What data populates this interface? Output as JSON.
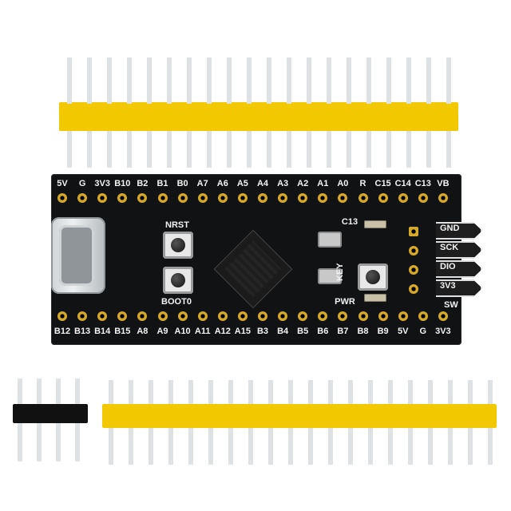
{
  "board": {
    "top_labels": [
      "5V",
      "G",
      "3V3",
      "B10",
      "B2",
      "B1",
      "B0",
      "A7",
      "A6",
      "A5",
      "A4",
      "A3",
      "A2",
      "A1",
      "A0",
      "R",
      "C15",
      "C14",
      "C13",
      "VB"
    ],
    "bottom_labels": [
      "B12",
      "B13",
      "B14",
      "B15",
      "A8",
      "A9",
      "A10",
      "A11",
      "A12",
      "A15",
      "B3",
      "B4",
      "B5",
      "B6",
      "B7",
      "B8",
      "B9",
      "5V",
      "G",
      "3V3"
    ],
    "nrst_label": "NRST",
    "boot0_label": "BOOT0",
    "c13_label": "C13",
    "key_label": "KEY",
    "pwr_label": "PWR",
    "swd_labels": [
      "GND",
      "SCK",
      "DIO",
      "3V3"
    ],
    "sw_label": "SW"
  },
  "colors": {
    "header_plastic": "#f2c900",
    "board": "#111214",
    "pin": "#dfe2e5",
    "pad": "#d7a928"
  },
  "icons": {
    "usb": "usb-c-port-icon",
    "button": "tactile-switch-icon",
    "chip": "microcontroller-chip-icon"
  }
}
